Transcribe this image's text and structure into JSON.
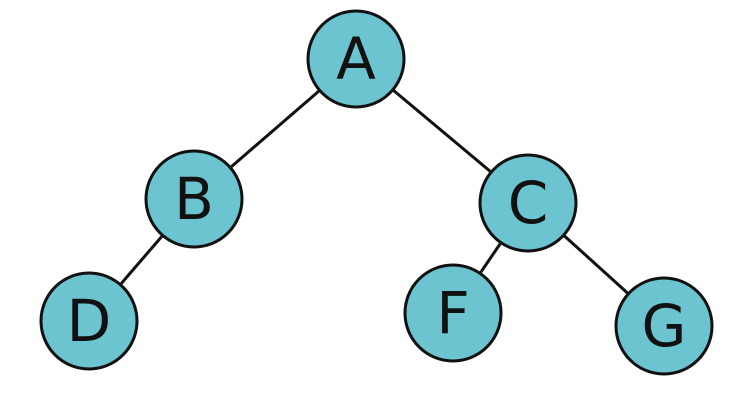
{
  "diagram": {
    "type": "binary-tree",
    "colors": {
      "node_fill": "#6bc4cf",
      "node_stroke": "#111111",
      "edge": "#111111",
      "label": "#111111",
      "background": "#ffffff"
    },
    "nodes": [
      {
        "id": "A",
        "label": "A"
      },
      {
        "id": "B",
        "label": "B"
      },
      {
        "id": "C",
        "label": "C"
      },
      {
        "id": "D",
        "label": "D"
      },
      {
        "id": "F",
        "label": "F"
      },
      {
        "id": "G",
        "label": "G"
      }
    ],
    "edges": [
      {
        "from": "A",
        "to": "B"
      },
      {
        "from": "A",
        "to": "C"
      },
      {
        "from": "B",
        "to": "D"
      },
      {
        "from": "C",
        "to": "F"
      },
      {
        "from": "C",
        "to": "G"
      }
    ]
  }
}
